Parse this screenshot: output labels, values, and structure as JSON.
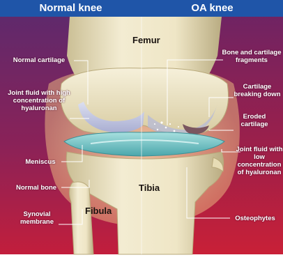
{
  "headers": {
    "left": "Normal knee",
    "right": "OA knee"
  },
  "bones": {
    "femur": "Femur",
    "tibia": "Tibia",
    "fibula": "Fibula"
  },
  "labels_left": {
    "normal_cartilage": "Normal cartilage",
    "joint_fluid": "Joint fluid with high concentration of hyaluronan",
    "meniscus": "Meniscus",
    "normal_bone": "Normal bone",
    "synovial_membrane": "Synovial membrane"
  },
  "labels_right": {
    "fragments": "Bone and cartilage fragments",
    "cartilage_breaking": "Cartilage breaking down",
    "eroded_cartilage": "Eroded cartilage",
    "joint_fluid_low": "Joint fluid with low concentration of hyaluronan",
    "osteophytes": "Osteophytes"
  },
  "colors": {
    "header_blue": "#1f55a8",
    "panel_purple": "#6a2466",
    "panel_red": "#b81e3c",
    "bone": "#efe6c6",
    "cartilage_normal": "#c7cbe4",
    "meniscus": "#76c8c8",
    "leader_line": "#ffffff"
  }
}
